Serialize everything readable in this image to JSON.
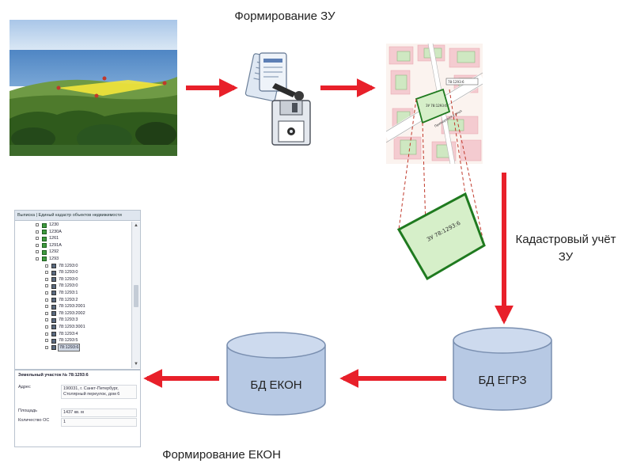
{
  "labels": {
    "top": "Формирование ЗУ",
    "cadastral": "Кадастровый учёт ЗУ",
    "bottom": "Формирование ЕКОН"
  },
  "databases": {
    "egrz": "БД ЕГРЗ",
    "ekon": "БД ЕКОН"
  },
  "map": {
    "parcel_label": "ЗУ 78:1293:6",
    "zoom_label": "78:1293:6",
    "street_label": "Приморская улица"
  },
  "panel": {
    "title": "Выписка | Единый кадастр объектов недвижимости",
    "tree": [
      {
        "label": "1230",
        "level": 1,
        "kind": "green"
      },
      {
        "label": "1230A",
        "level": 1,
        "kind": "green"
      },
      {
        "label": "1261",
        "level": 1,
        "kind": "green"
      },
      {
        "label": "1291A",
        "level": 1,
        "kind": "green"
      },
      {
        "label": "1292",
        "level": 1,
        "kind": "green"
      },
      {
        "label": "1293",
        "level": 1,
        "kind": "green"
      },
      {
        "label": "78:1293:0",
        "level": 2,
        "kind": "parcel"
      },
      {
        "label": "78:1293:0",
        "level": 2,
        "kind": "parcel"
      },
      {
        "label": "78:1293:0",
        "level": 2,
        "kind": "parcel"
      },
      {
        "label": "78:1293:0",
        "level": 2,
        "kind": "parcel"
      },
      {
        "label": "78:1293:1",
        "level": 2,
        "kind": "parcel"
      },
      {
        "label": "78:1293:2",
        "level": 2,
        "kind": "parcel"
      },
      {
        "label": "78:1293:2001",
        "level": 2,
        "kind": "parcel"
      },
      {
        "label": "78:1293:2002",
        "level": 2,
        "kind": "parcel"
      },
      {
        "label": "78:1293:3",
        "level": 2,
        "kind": "parcel"
      },
      {
        "label": "78:1293:3001",
        "level": 2,
        "kind": "parcel"
      },
      {
        "label": "78:1293:4",
        "level": 2,
        "kind": "parcel"
      },
      {
        "label": "78:1293:5",
        "level": 2,
        "kind": "parcel"
      },
      {
        "label": "78:1293:6",
        "level": 2,
        "kind": "parcel",
        "selected": true
      }
    ],
    "info_title": "Земельный участок № 78:1293:6",
    "fields": [
      {
        "key": "Адрес",
        "value": "190031, г. Санкт-Петербург, Столярный переулок, дом 6"
      },
      {
        "key": "Площадь",
        "value": "1437 кв. м"
      },
      {
        "key": "Количество ОС",
        "value": "1"
      }
    ]
  },
  "colors": {
    "arrow": "#e8202a",
    "db_fill": "#b7c9e4",
    "db_stroke": "#7a8fb0",
    "parcel": "#1f7a1f",
    "dashed": "#c0392b"
  }
}
